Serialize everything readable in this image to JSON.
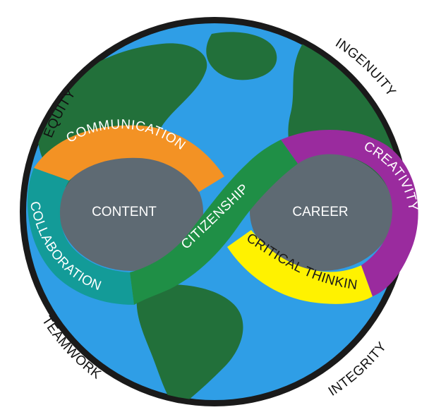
{
  "outer_words": {
    "top_left": "EQUITY",
    "top_right": "INGENUITY",
    "bottom_left": "TEAMWORK",
    "bottom_right": "INTEGRITY"
  },
  "loop_centers": {
    "left": "CONTENT",
    "right": "CAREER"
  },
  "bands": {
    "communication": "COMMUNICATION",
    "collaboration": "COLLABORATION",
    "citizenship": "CITIZENSHIP",
    "creativity": "CREATIVITY",
    "critical_thinking": "CRITICAL THINKING"
  },
  "colors": {
    "ocean": "#2f9ee6",
    "land": "#22703a",
    "globe_rim": "#1a1a1a",
    "loop_fill": "#5e6a73",
    "communication": "#f39224",
    "collaboration": "#139b98",
    "citizenship": "#1f8f46",
    "creativity": "#9a2b9e",
    "critical_thinking": "#fff200"
  }
}
